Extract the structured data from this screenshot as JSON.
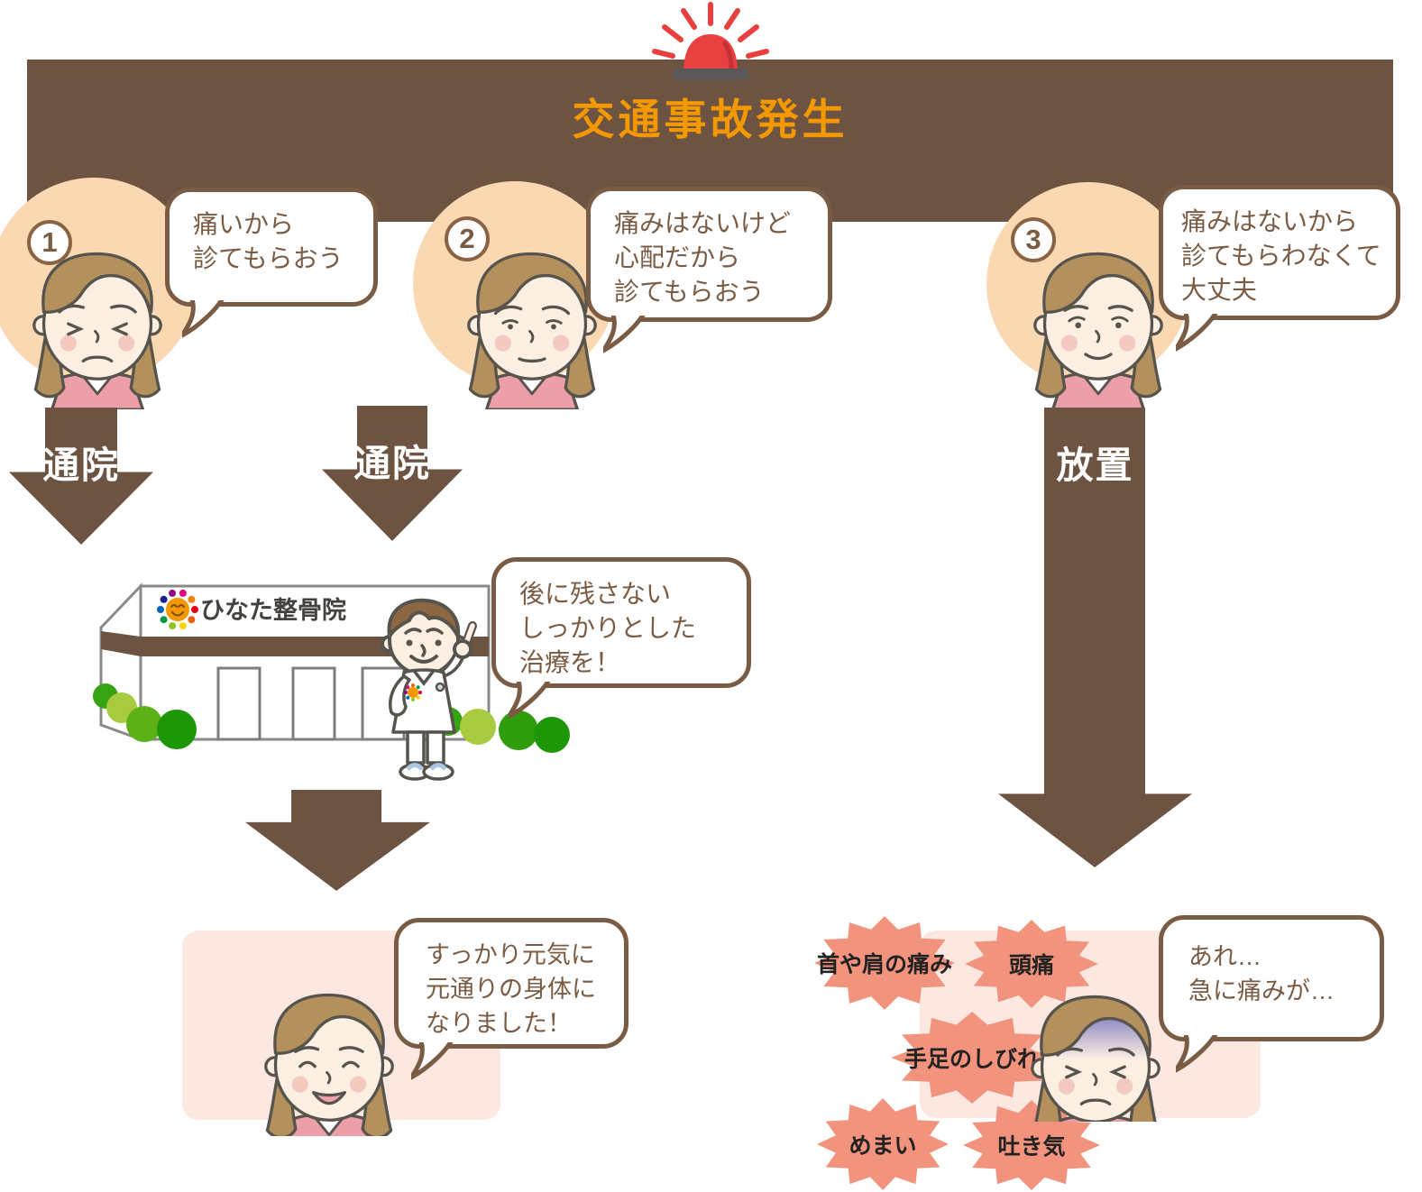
{
  "banner": {
    "title": "交通事故発生"
  },
  "scenarios": [
    {
      "number": "1",
      "bubble_lines": [
        "痛いから",
        "診てもらおう"
      ],
      "arrow_label": "通院"
    },
    {
      "number": "2",
      "bubble_lines": [
        "痛みはないけど",
        "心配だから",
        "診てもらおう"
      ],
      "arrow_label": "通院"
    },
    {
      "number": "3",
      "bubble_lines": [
        "痛みはないから",
        "診てもらわなくて",
        "大丈夫"
      ],
      "arrow_label": "放置"
    }
  ],
  "clinic": {
    "name": "ひなた整骨院",
    "bubble_lines": [
      "後に残さない",
      "しっかりとした",
      "治療を！"
    ]
  },
  "recovery": {
    "bubble_lines": [
      "すっかり元気に",
      "元通りの身体に",
      "なりました！"
    ]
  },
  "neglect": {
    "bubble_lines": [
      "あれ…",
      "急に痛みが…"
    ],
    "symptoms": [
      "首や肩の痛み",
      "頭痛",
      "手足のしびれ",
      "めまい",
      "吐き気"
    ]
  },
  "colors": {
    "banner_brown": "#6d5341",
    "title_orange": "#f39800",
    "bubble_brown": "#7a5b43",
    "peach_circle": "#fad8b2",
    "pink_box": "#fce8e1",
    "starburst_salmon": "#f2937d",
    "siren_red": "#e8403f"
  }
}
